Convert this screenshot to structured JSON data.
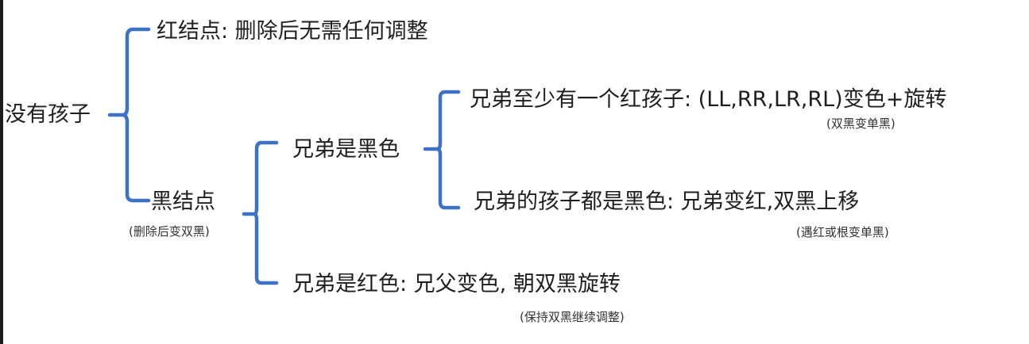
{
  "diagram": {
    "root": {
      "label": "没有孩子"
    },
    "red_node": {
      "label": "红结点: 删除后无需任何调整"
    },
    "black_node": {
      "label": "黑结点",
      "note": "(删除后变双黑)"
    },
    "sibling_black": {
      "label": "兄弟是黑色"
    },
    "sibling_black_red_child": {
      "label": "兄弟至少有一个红孩子: (LL,RR,LR,RL)变色+旋转",
      "note": "(双黑变单黑)"
    },
    "sibling_black_black_children": {
      "label": "兄弟的孩子都是黑色: 兄弟变红,双黑上移",
      "note": "(遇红或根变单黑)"
    },
    "sibling_red": {
      "label": "兄弟是红色: 兄父变色, 朝双黑旋转",
      "note": "(保持双黑继续调整)"
    }
  },
  "colors": {
    "bracket": "#3d72c6",
    "text": "#1f1f1f",
    "background": "#ffffff",
    "frame": "#1e1e1e"
  }
}
